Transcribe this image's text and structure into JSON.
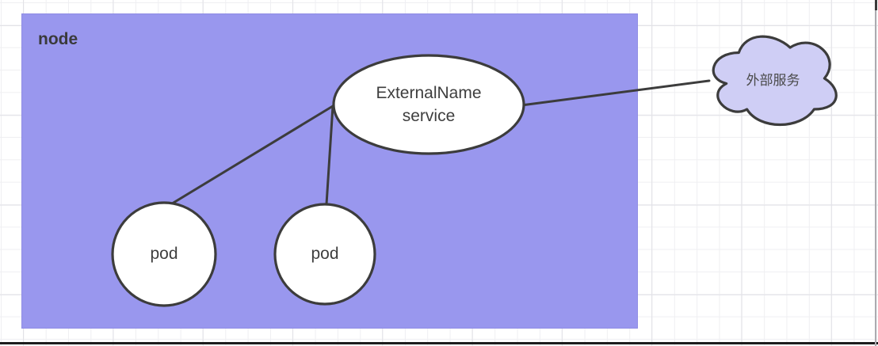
{
  "diagram": {
    "node": {
      "label": "node"
    },
    "service": {
      "label_line1": "ExternalName",
      "label_line2": "service"
    },
    "pods": [
      {
        "label": "pod"
      },
      {
        "label": "pod"
      }
    ],
    "cloud": {
      "label": "外部服务"
    }
  },
  "colors": {
    "node_fill": "#9997ee",
    "cloud_fill": "#cfcef5",
    "shape_fill": "#ffffff",
    "stroke": "#3c3c3c"
  }
}
